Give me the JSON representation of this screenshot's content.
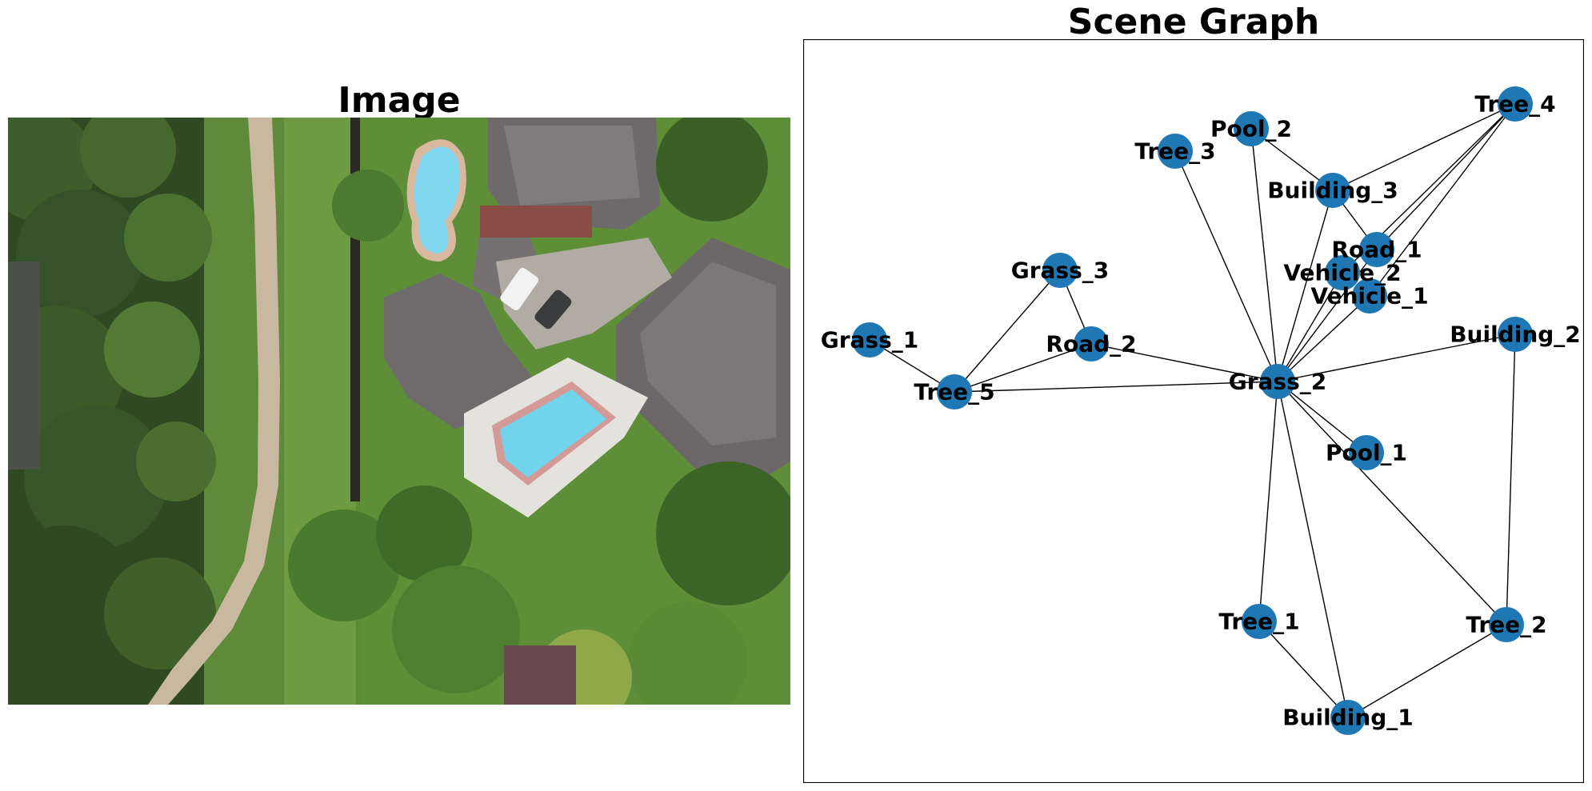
{
  "titles": {
    "image": "Image",
    "graph": "Scene Graph"
  },
  "colors": {
    "node": "#1f77b4",
    "edge": "#000000",
    "frame": "#000000"
  },
  "photo_regions": [
    "dense-trees-left",
    "dirt-road",
    "grass-strip",
    "house-roofs",
    "pool-upper",
    "pool-lower",
    "white-truck",
    "dark-car",
    "lawn",
    "trees-bottom"
  ],
  "graph": {
    "nodes": [
      {
        "id": "Grass_1",
        "label": "Grass_1"
      },
      {
        "id": "Tree_5",
        "label": "Tree_5"
      },
      {
        "id": "Grass_3",
        "label": "Grass_3"
      },
      {
        "id": "Road_2",
        "label": "Road_2"
      },
      {
        "id": "Tree_3",
        "label": "Tree_3"
      },
      {
        "id": "Pool_2",
        "label": "Pool_2"
      },
      {
        "id": "Building_3",
        "label": "Building_3"
      },
      {
        "id": "Tree_4",
        "label": "Tree_4"
      },
      {
        "id": "Road_1",
        "label": "Road_1"
      },
      {
        "id": "Vehicle_2",
        "label": "Vehicle_2"
      },
      {
        "id": "Vehicle_1",
        "label": "Vehicle_1"
      },
      {
        "id": "Building_2",
        "label": "Building_2"
      },
      {
        "id": "Grass_2",
        "label": "Grass_2"
      },
      {
        "id": "Pool_1",
        "label": "Pool_1"
      },
      {
        "id": "Tree_1",
        "label": "Tree_1"
      },
      {
        "id": "Tree_2",
        "label": "Tree_2"
      },
      {
        "id": "Building_1",
        "label": "Building_1"
      }
    ],
    "edges": [
      [
        "Grass_1",
        "Tree_5"
      ],
      [
        "Tree_5",
        "Grass_3"
      ],
      [
        "Tree_5",
        "Road_2"
      ],
      [
        "Tree_5",
        "Grass_2"
      ],
      [
        "Grass_3",
        "Road_2"
      ],
      [
        "Road_2",
        "Grass_2"
      ],
      [
        "Tree_3",
        "Grass_2"
      ],
      [
        "Pool_2",
        "Grass_2"
      ],
      [
        "Pool_2",
        "Building_3"
      ],
      [
        "Building_3",
        "Tree_4"
      ],
      [
        "Building_3",
        "Road_1"
      ],
      [
        "Building_3",
        "Grass_2"
      ],
      [
        "Tree_4",
        "Road_1"
      ],
      [
        "Tree_4",
        "Vehicle_2"
      ],
      [
        "Tree_4",
        "Vehicle_1"
      ],
      [
        "Road_1",
        "Grass_2"
      ],
      [
        "Vehicle_2",
        "Grass_2"
      ],
      [
        "Vehicle_1",
        "Grass_2"
      ],
      [
        "Building_2",
        "Grass_2"
      ],
      [
        "Building_2",
        "Tree_2"
      ],
      [
        "Grass_2",
        "Pool_1"
      ],
      [
        "Grass_2",
        "Tree_2"
      ],
      [
        "Grass_2",
        "Tree_1"
      ],
      [
        "Grass_2",
        "Building_1"
      ],
      [
        "Tree_1",
        "Building_1"
      ],
      [
        "Tree_2",
        "Building_1"
      ]
    ]
  }
}
